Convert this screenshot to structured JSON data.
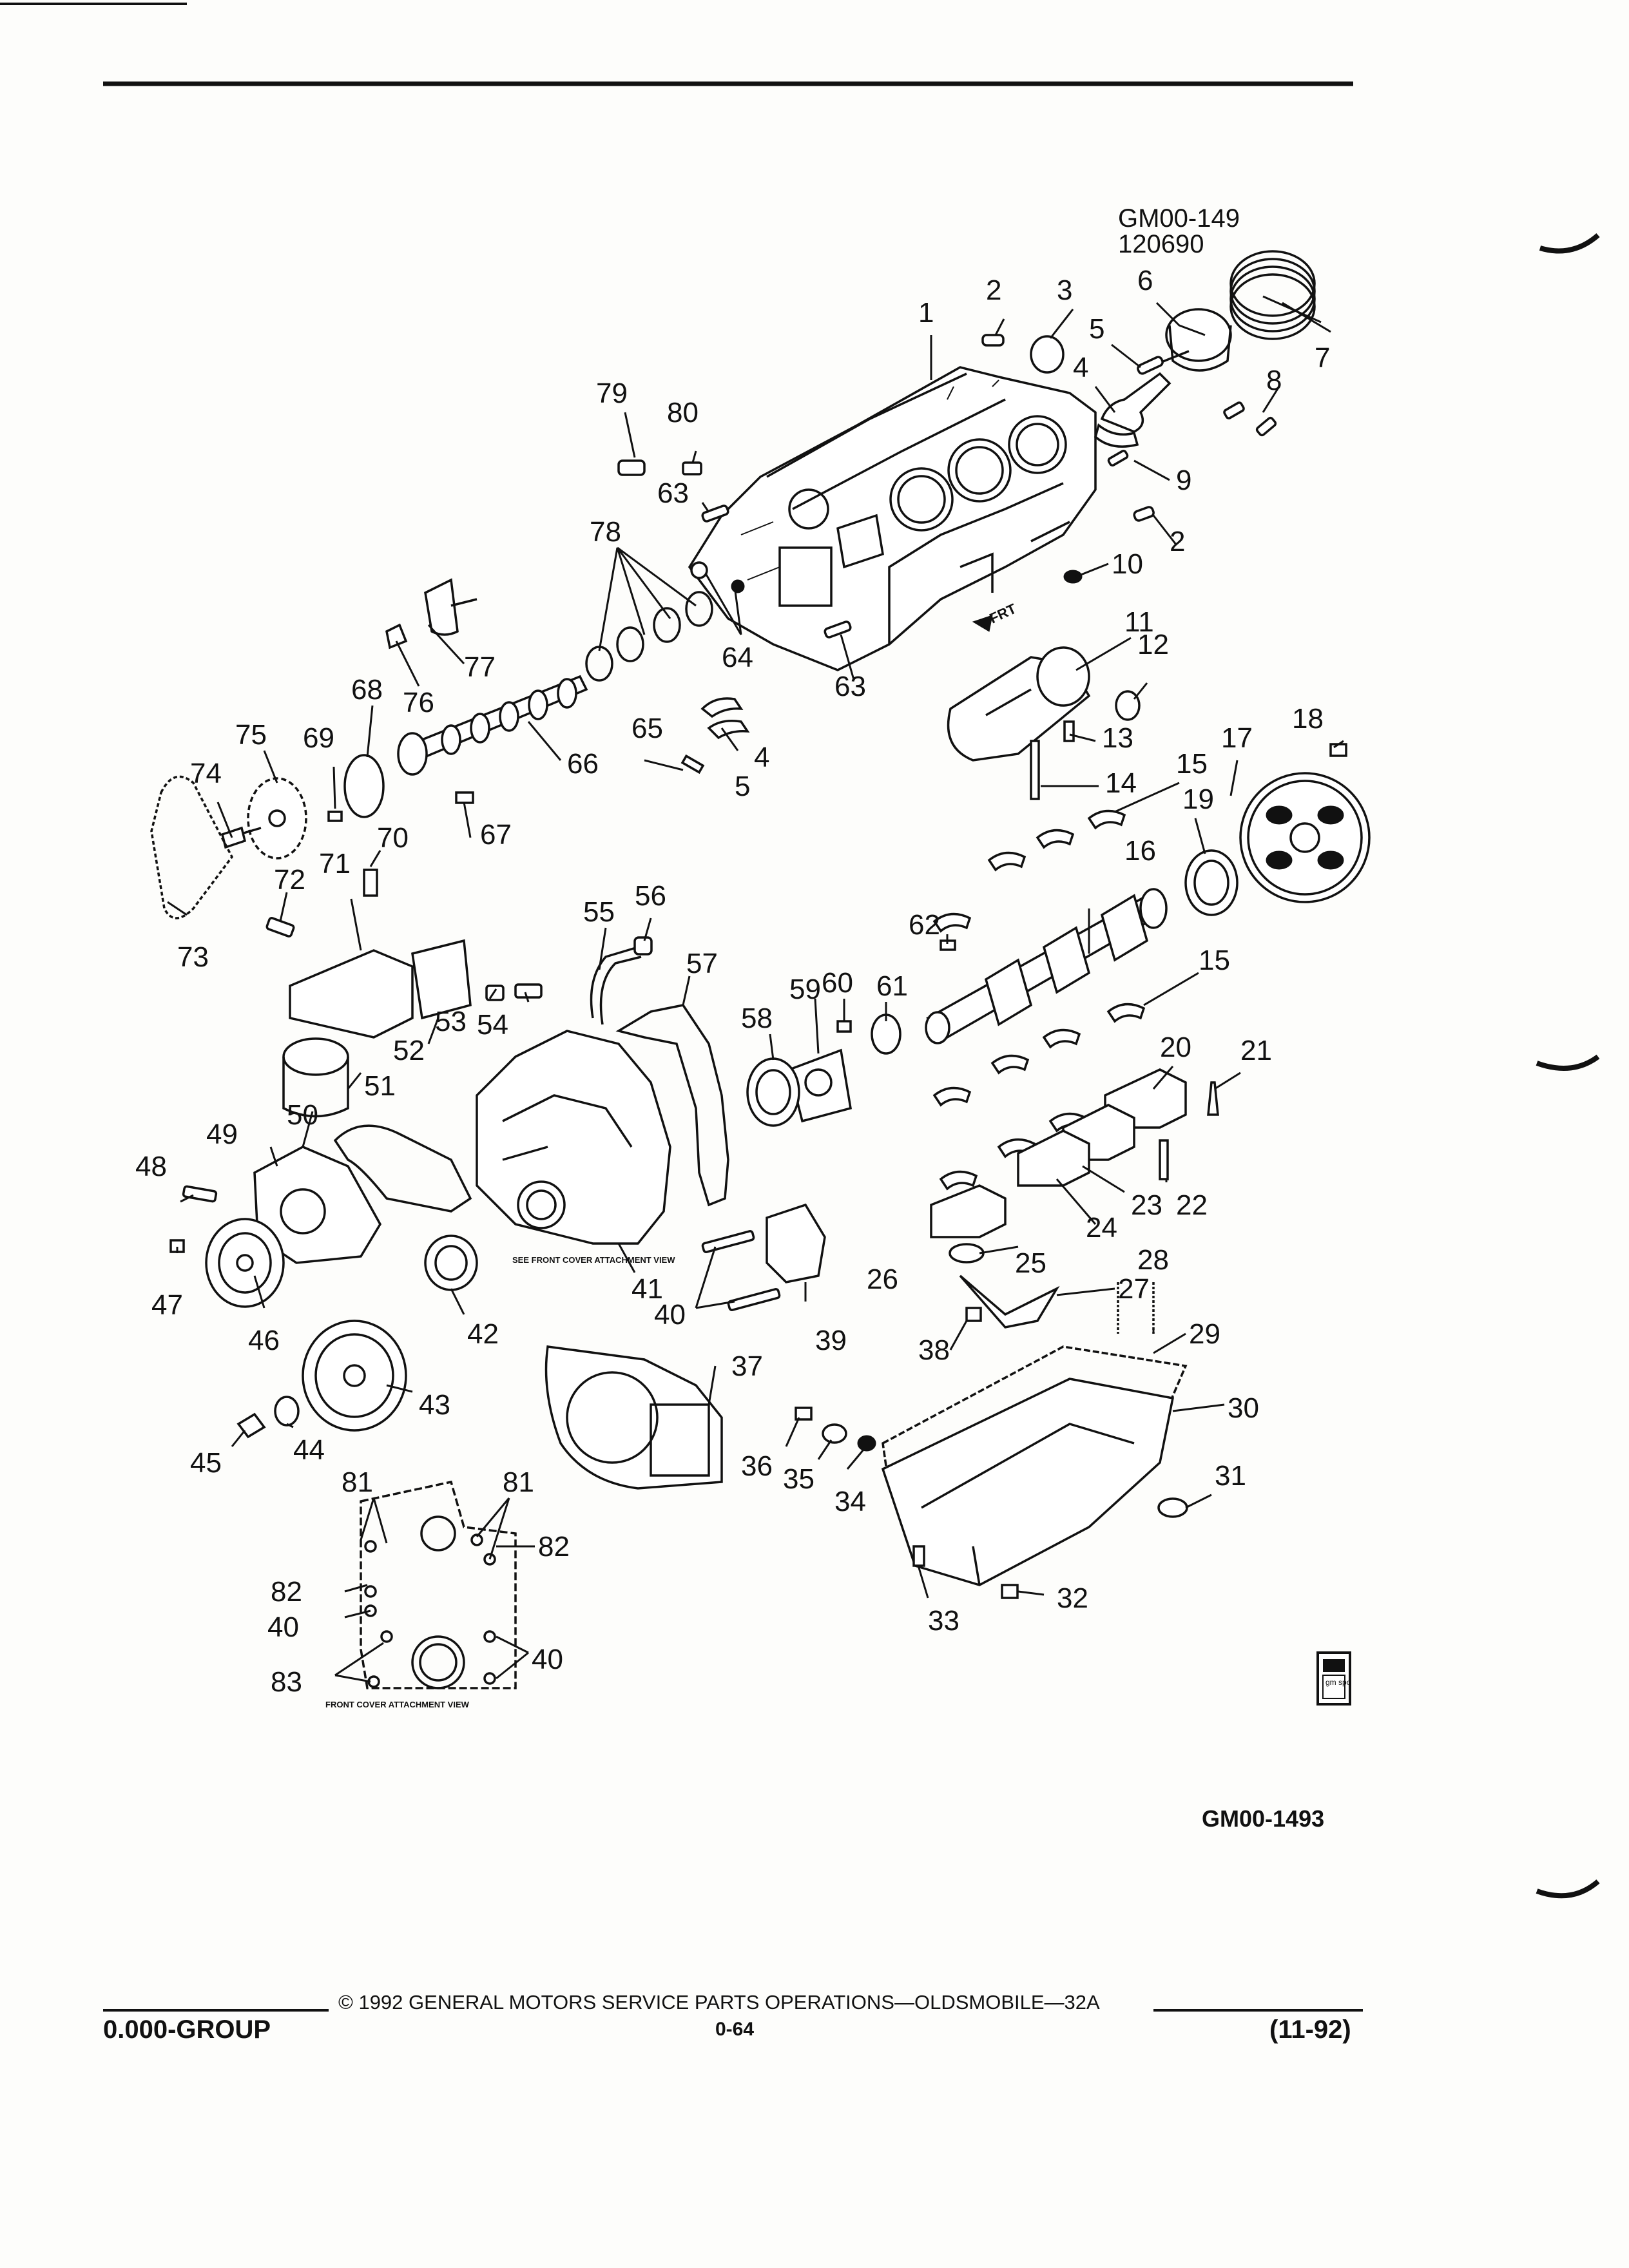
{
  "figure": {
    "ref_code": "GM00-149",
    "ref_date": "120690",
    "figure_id": "GM00-1493",
    "orientation_mark": "FRT",
    "inset_note": "SEE FRONT COVER ATTACHMENT VIEW",
    "inset_title": "FRONT COVER ATTACHMENT VIEW",
    "badge_text": "gm spo"
  },
  "callouts": [
    "1",
    "2",
    "3",
    "4",
    "5",
    "6",
    "7",
    "8",
    "9",
    "2",
    "10",
    "79",
    "80",
    "63",
    "78",
    "64",
    "63",
    "11",
    "12",
    "13",
    "14",
    "15",
    "17",
    "18",
    "19",
    "16",
    "77",
    "76",
    "68",
    "66",
    "65",
    "4",
    "5",
    "75",
    "69",
    "74",
    "67",
    "70",
    "72",
    "71",
    "73",
    "55",
    "56",
    "57",
    "62",
    "15",
    "20",
    "21",
    "60",
    "59",
    "61",
    "58",
    "53",
    "54",
    "52",
    "51",
    "50",
    "49",
    "48",
    "47",
    "46",
    "42",
    "41",
    "40",
    "39",
    "25",
    "24",
    "23",
    "22",
    "26",
    "27",
    "28",
    "29",
    "38",
    "37",
    "43",
    "44",
    "45",
    "36",
    "35",
    "34",
    "30",
    "31",
    "33",
    "32",
    "81",
    "81",
    "82",
    "82",
    "40",
    "40",
    "83"
  ],
  "footer": {
    "group": "0.000-GROUP",
    "copyright": "© 1992 GENERAL MOTORS SERVICE PARTS OPERATIONS—OLDSMOBILE—32A",
    "page_number": "0-64",
    "date_code": "(11-92)"
  }
}
